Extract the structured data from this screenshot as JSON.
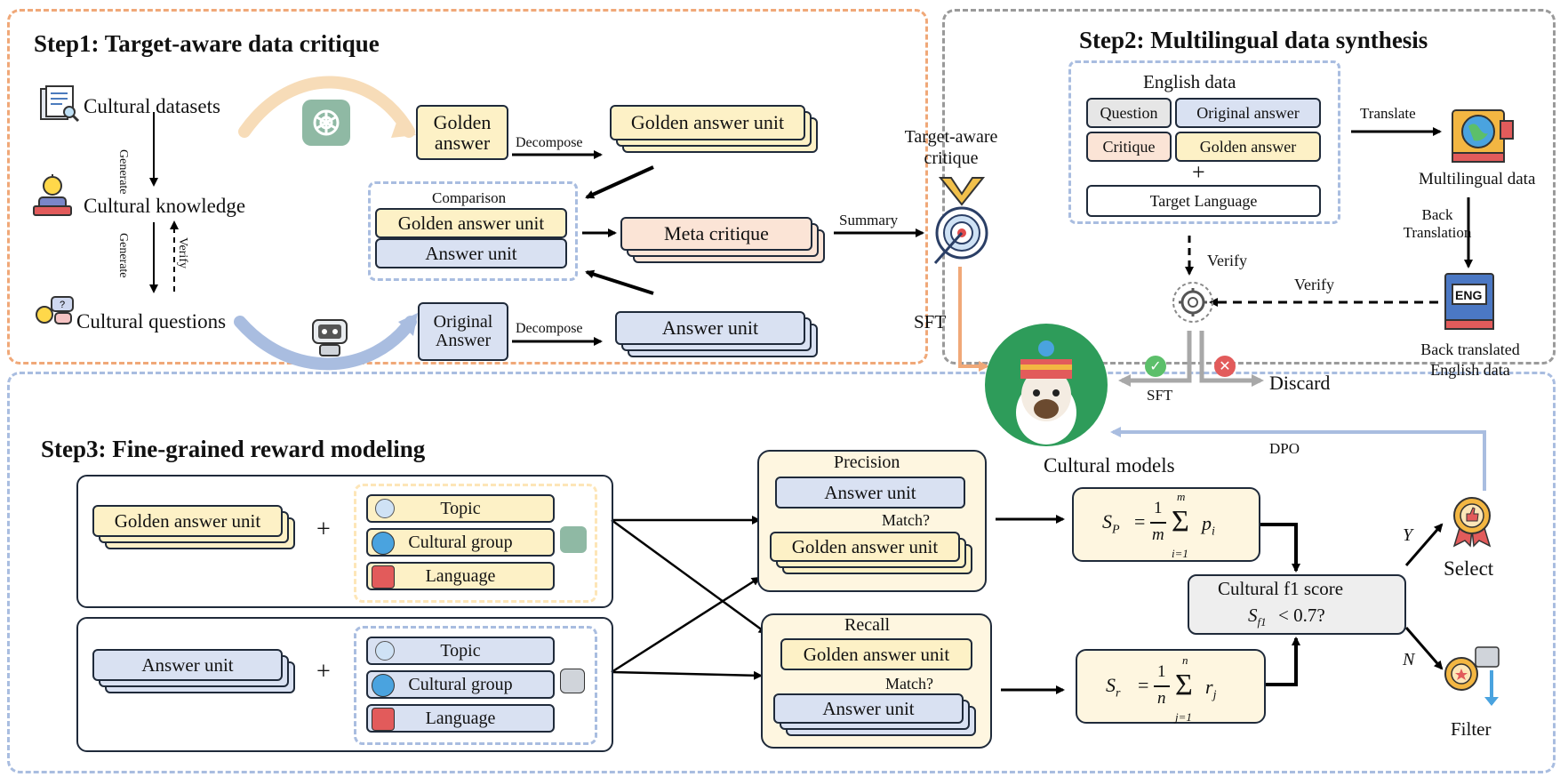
{
  "step1": {
    "title": "Step1: Target-aware data critique",
    "cultural_datasets": "Cultural datasets",
    "cultural_knowledge": "Cultural knowledge",
    "cultural_questions": "Cultural questions",
    "generate_1": "Generate",
    "generate_2": "Generate",
    "verify": "Verify",
    "golden_answer": "Golden answer",
    "original_answer": "Original Answer",
    "decompose_1": "Decompose",
    "decompose_2": "Decompose",
    "golden_answer_unit": "Golden answer unit",
    "answer_unit": "Answer unit",
    "comparison": "Comparison",
    "cmp_golden_unit": "Golden answer unit",
    "cmp_answer_unit": "Answer unit",
    "meta_critique": "Meta critique",
    "summary": "Summary",
    "target_aware_critique": "Target-aware critique",
    "sft": "SFT"
  },
  "step2": {
    "title": "Step2: Multilingual data synthesis",
    "english_data": "English data",
    "question": "Question",
    "original_answer": "Original answer",
    "critique": "Critique",
    "golden_answer": "Golden answer",
    "plus": "+",
    "target_language": "Target Language",
    "translate": "Translate",
    "multilingual_data": "Multilingual data",
    "back_translation": "Back Translation",
    "back_translated": "Back translated English data",
    "eng_label": "ENG",
    "verify_1": "Verify",
    "verify_2": "Verify",
    "sft": "SFT",
    "discard": "Discard"
  },
  "center": {
    "cultural_models": "Cultural models",
    "dpo": "DPO"
  },
  "step3": {
    "title": "Step3: Fine-grained reward modeling",
    "golden_answer_unit": "Golden answer unit",
    "answer_unit": "Answer unit",
    "plus_1": "+",
    "plus_2": "+",
    "attrs_top": [
      "Topic",
      "Cultural group",
      "Language"
    ],
    "attrs_bottom": [
      "Topic",
      "Cultural group",
      "Language"
    ],
    "precision": "Precision",
    "precision_answer_unit": "Answer unit",
    "precision_match": "Match?",
    "precision_golden_unit": "Golden answer unit",
    "recall": "Recall",
    "recall_golden_unit": "Golden answer unit",
    "recall_match": "Match?",
    "recall_answer_unit": "Answer unit",
    "f1_label": "Cultural f1 score",
    "f1_condition": "< 0.7?",
    "yes": "Y",
    "no": "N",
    "select": "Select",
    "filter": "Filter"
  },
  "colors": {
    "step1_border": "#f0a878",
    "step2_border": "#9a9a9a",
    "step3_border": "#a9bde0",
    "yellow_fill": "#fdf1c6",
    "blue_fill": "#d9e1f2",
    "pink_fill": "#fbe4d6",
    "llama_green": "#2e9c5a"
  },
  "icons": [
    "documents-icon",
    "lightbulb-person-icon",
    "question-bubbles-icon",
    "chatgpt-icon",
    "robot-icon",
    "target-medal-icon",
    "globe-book-icon",
    "eng-book-icon",
    "gear-icon",
    "check-icon",
    "cross-icon",
    "llama-icon",
    "thumbs-up-medal-icon",
    "thumbs-down-medal-icon"
  ]
}
